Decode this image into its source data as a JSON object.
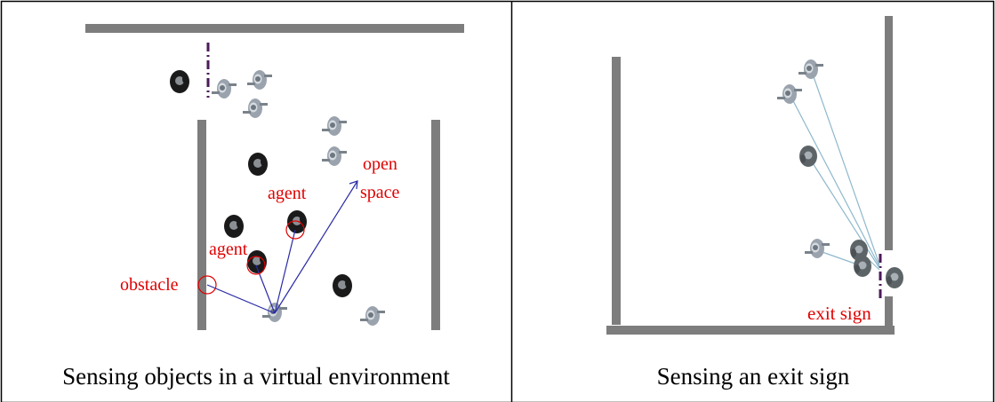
{
  "figure": {
    "panels": [
      {
        "caption": "Sensing objects in a virtual environment",
        "labels": {
          "open_space": [
            "open",
            "space"
          ],
          "agent_top": "agent",
          "agent_left": "agent",
          "obstacle": "obstacle"
        }
      },
      {
        "caption": "Sensing an exit sign",
        "labels": {
          "exit_sign": "exit sign"
        }
      }
    ]
  },
  "colors": {
    "wall": "#7d7d7d",
    "annotation_red": "#e00000",
    "sense_line_blue": "#2a2aa6",
    "sense_line_light": "#8fb8cc",
    "exit_sign": "#4b1a5a",
    "border": "#000000"
  }
}
